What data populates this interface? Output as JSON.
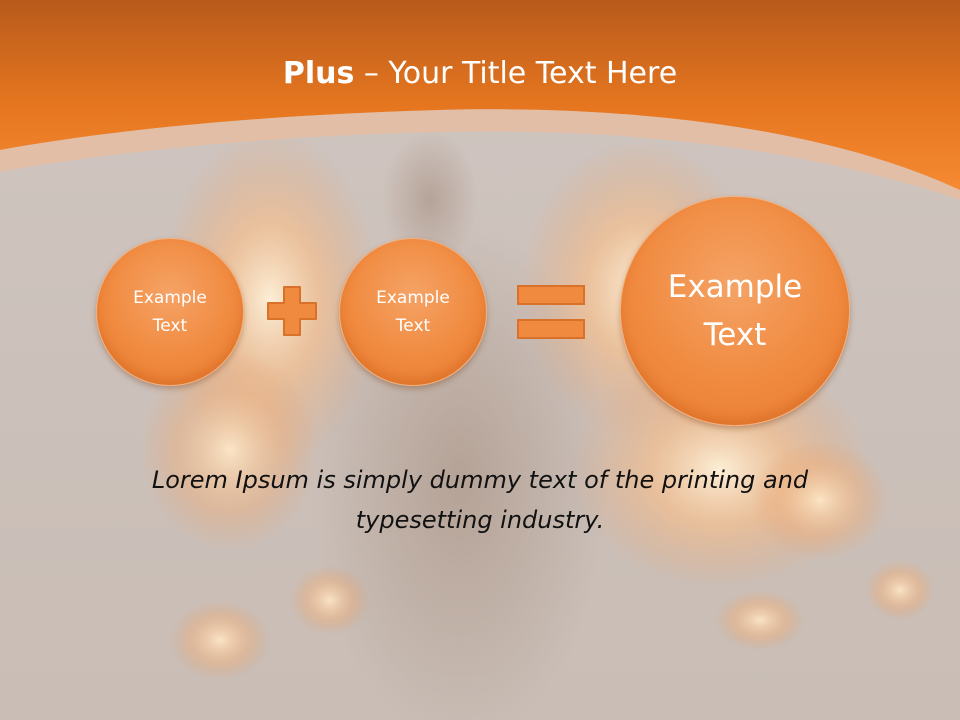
{
  "slide": {
    "title_bold": "Plus",
    "title_rest": " – Your Title Text Here",
    "circles": [
      {
        "label": "Example\nText"
      },
      {
        "label": "Example\nText"
      },
      {
        "label": "Example\nText"
      }
    ],
    "operators": {
      "first": "plus-icon",
      "second": "equals-icon"
    },
    "body_text": "Lorem Ipsum is simply dummy text of the printing and typesetting industry."
  },
  "colors": {
    "accent": "#f08a3f",
    "header_top": "#b85a1c",
    "header_bottom": "#f58a33",
    "background": "#cdc3bd"
  }
}
